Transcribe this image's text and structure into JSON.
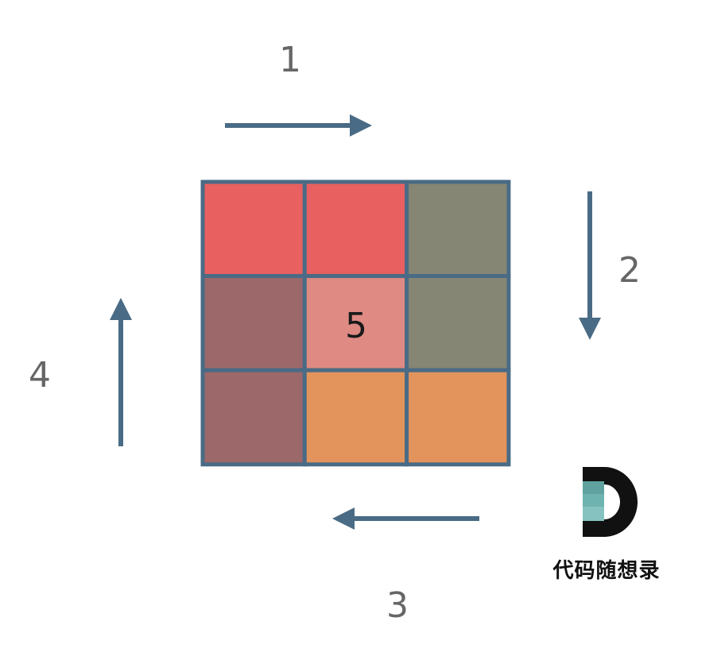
{
  "grid": {
    "rows": 3,
    "cols": 3,
    "border_color": "#4a6b85",
    "cells": [
      [
        "#e96060",
        "#e96060",
        "#868674"
      ],
      [
        "#9c6869",
        "#df8a83",
        "#868674"
      ],
      [
        "#9c6869",
        "#e3945d",
        "#e3945d"
      ]
    ],
    "center_label": "5"
  },
  "arrows": {
    "color": "#4a6b85",
    "steps": [
      {
        "label": "1",
        "direction": "right"
      },
      {
        "label": "2",
        "direction": "down"
      },
      {
        "label": "3",
        "direction": "left"
      },
      {
        "label": "4",
        "direction": "up"
      }
    ]
  },
  "logo": {
    "icon": "letter-d-logo-icon",
    "text": "代码随想录",
    "colors": {
      "dark": "#111111",
      "teal": "#6fb3b0"
    }
  }
}
